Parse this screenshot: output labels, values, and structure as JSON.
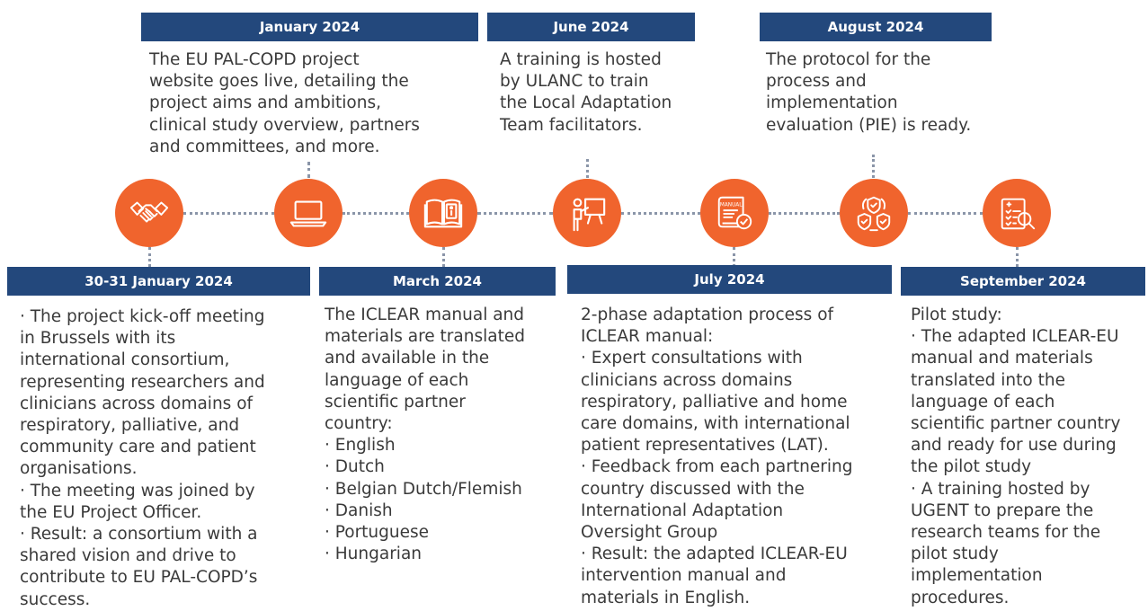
{
  "milestones": [
    {
      "date": "January 2024",
      "text": "The EU PAL-COPD project\nwebsite goes live, detailing the\nproject aims and ambitions,\nclinical study overview, partners\nand committees, and more."
    },
    {
      "date": "June 2024",
      "text": "A training is hosted\nby ULANC to train\nthe Local Adaptation\nTeam facilitators."
    },
    {
      "date": "August 2024",
      "text": "The protocol for the\nprocess and\nimplementation\nevaluation (PIE) is ready."
    },
    {
      "date": "30-31 January 2024",
      "text": "· The project kick-off meeting\nin Brussels with its\ninternational consortium,\nrepresenting researchers and\nclinicians across domains of\nrespiratory, palliative, and\ncommunity care and patient\norganisations.\n· The meeting was joined by\nthe EU Project Officer.\n· Result: a consortium with a\nshared vision and drive to\ncontribute to EU PAL-COPD’s\nsuccess."
    },
    {
      "date": "March 2024",
      "text": "The ICLEAR manual and\nmaterials are translated\nand available in the\nlanguage of each\nscientific partner\ncountry:\n· English\n· Dutch\n· Belgian Dutch/Flemish\n· Danish\n· Portuguese\n· Hungarian"
    },
    {
      "date": "July 2024",
      "text": "2-phase adaptation process of\nICLEAR manual:\n· Expert consultations with\nclinicians across domains\nrespiratory, palliative and home\ncare domains, with international\npatient representatives (LAT).\n· Feedback from each partnering\ncountry discussed with the\nInternational Adaptation\nOversight Group\n· Result: the adapted ICLEAR-EU\nintervention manual and\nmaterials in English."
    },
    {
      "date": "September 2024",
      "text": "Pilot study:\n· The adapted ICLEAR-EU\nmanual and materials\ntranslated into the\nlanguage of each\nscientific partner country\nand ready for use during\nthe pilot study\n· A training hosted by\nUGENT to prepare the\nresearch teams for the\npilot study\nimplementation\nprocedures."
    }
  ],
  "icons": {
    "handshake": "handshake-icon",
    "laptop": "laptop-icon",
    "book": "book-info-icon",
    "presentation": "presentation-icon",
    "manual": "manual-icon",
    "shields": "shield-cycle-icon",
    "clipboard": "medical-clipboard-icon",
    "manual_label": "MANUAL"
  },
  "colors": {
    "header": "#23487c",
    "accent": "#f0642d",
    "connector": "#8a95a8"
  }
}
